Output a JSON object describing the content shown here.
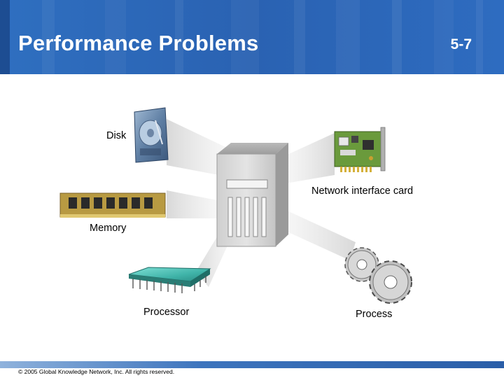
{
  "slide": {
    "title": "Performance Problems",
    "number": "5-7"
  },
  "diagram": {
    "center_icon": "server-tower-icon",
    "components": [
      {
        "id": "disk",
        "label": "Disk",
        "icon": "hard-disk-icon"
      },
      {
        "id": "nic",
        "label": "Network interface card",
        "icon": "network-card-icon"
      },
      {
        "id": "memory",
        "label": "Memory",
        "icon": "memory-module-icon"
      },
      {
        "id": "processor",
        "label": "Processor",
        "icon": "cpu-chip-icon"
      },
      {
        "id": "process",
        "label": "Process",
        "icon": "gears-icon"
      }
    ]
  },
  "footer": {
    "copyright": "© 2005 Global Knowledge Network, Inc. All rights reserved."
  },
  "colors": {
    "header_blue": "#2a62b2",
    "header_dark": "#1d4d92",
    "chip_green": "#3fb3a8",
    "pcb_green": "#6a9a3c"
  }
}
